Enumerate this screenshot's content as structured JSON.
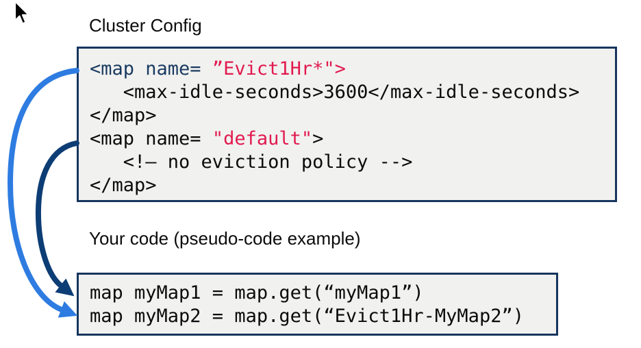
{
  "cluster_config": {
    "title": "Cluster Config",
    "lines": [
      {
        "parts": [
          {
            "t": "<map name= "
          },
          {
            "t": "”Evict1Hr*\">"
          }
        ]
      },
      {
        "parts": [
          {
            "t": "   <max-idle-seconds>3600</max-idle-seconds>"
          }
        ]
      },
      {
        "parts": [
          {
            "t": "</map>"
          }
        ]
      },
      {
        "parts": [
          {
            "t": "<map name= "
          },
          {
            "t": "\"default\""
          },
          {
            "t": ">"
          }
        ]
      },
      {
        "parts": [
          {
            "t": "   <!– no eviction policy -->"
          }
        ]
      },
      {
        "parts": [
          {
            "t": "</map>"
          }
        ]
      }
    ]
  },
  "your_code": {
    "title": "Your code (pseudo-code example)",
    "lines": [
      "map myMap1 = map.get(“myMap1”)",
      "map myMap2 = map.get(“Evict1Hr-MyMap2”)"
    ]
  },
  "arrows": {
    "evict_to_mymap2": {
      "color": "#2e7ce1",
      "from": "Evict1Hr* map config",
      "to": "myMap2 line"
    },
    "default_to_mymap1": {
      "color": "#0d3d75",
      "from": "default map config",
      "to": "myMap1 line"
    }
  },
  "colors": {
    "box_border": "#16355e",
    "box_background": "#f1f1f0",
    "xml_tag_navy": "#1a3a5f",
    "xml_value_red": "#e11a4e",
    "code_black": "#0b0b0b"
  }
}
